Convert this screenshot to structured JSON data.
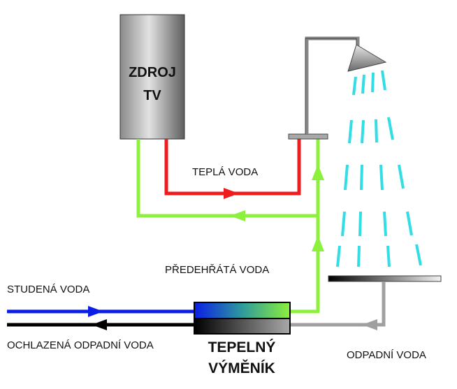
{
  "source": {
    "line1": "ZDROJ",
    "line2": "TV"
  },
  "heat_exchanger": {
    "line1": "TEPELNÝ",
    "line2": "VÝMĚNÍK"
  },
  "labels": {
    "hot_water": "TEPLÁ VODA",
    "preheated_water": "PŘEDEHŘÁTÁ VODA",
    "cold_water": "STUDENÁ VODA",
    "cooled_waste": "OCHLAZENÁ ODPADNÍ VODA",
    "waste_water": "ODPADNÍ VODA"
  },
  "colors": {
    "hot": "#ee1c1c",
    "preheated": "#8cf03c",
    "cold": "#0a1ee6",
    "cooled_waste": "#000000",
    "waste": "#a0a0a0",
    "spray": "#33dde6"
  }
}
